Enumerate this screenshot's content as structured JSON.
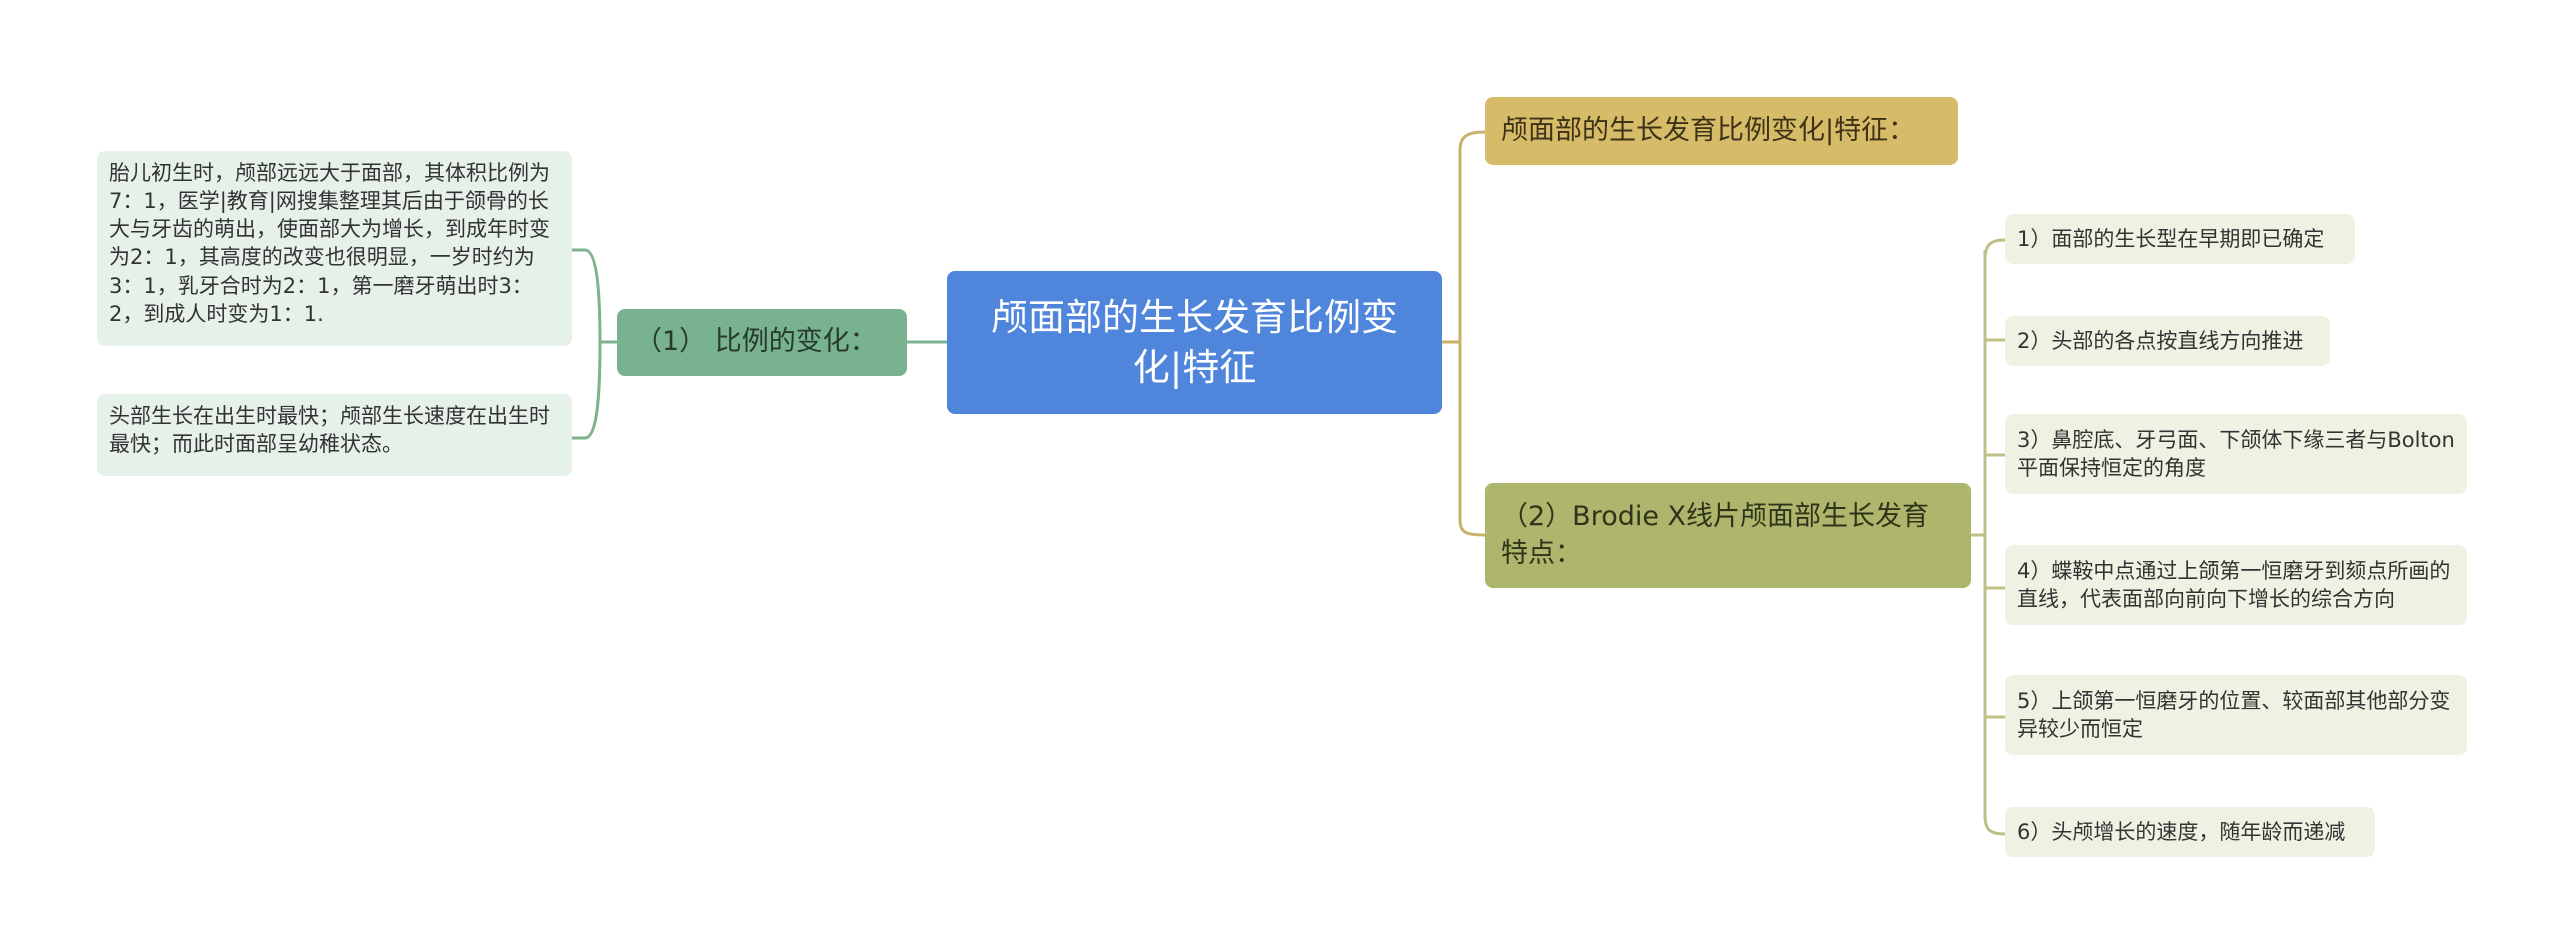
{
  "root": {
    "title": "颅面部的生长发育比例变化|特征"
  },
  "left_branch": {
    "label": "（1） 比例的变化：",
    "items": [
      "胎儿初生时，颅部远远大于面部，其体积比例为7：1，医学|教育|网搜集整理其后由于颌骨的长大与牙齿的萌出，使面部大为增长，到成年时变为2：1，其高度的改变也很明显，一岁时约为3：1，乳牙合时为2：1，第一磨牙萌出时3：2，到成人时变为1：1.",
      "头部生长在出生时最快；颅部生长速度在出生时最快；而此时面部呈幼稚状态。"
    ]
  },
  "right_branch_a": {
    "label": "颅面部的生长发育比例变化|特征："
  },
  "right_branch_b": {
    "label": "（2）Brodie X线片颅面部生长发育特点：",
    "items": [
      "1）面部的生长型在早期即已确定",
      "2）头部的各点按直线方向推进",
      "3）鼻腔底、牙弓面、下颌体下缘三者与Bolton平面保持恒定的角度",
      "4）蝶鞍中点通过上颌第一恒磨牙到颏点所画的直线，代表面部向前向下增长的综合方向",
      "5）上颌第一恒磨牙的位置、较面部其他部分变异较少而恒定",
      "6）头颅增长的速度，随年龄而递减"
    ]
  },
  "colors": {
    "root": "#4f86dc",
    "left_branch": "#79b28f",
    "right_branch_a": "#d6bb69",
    "right_branch_b": "#aeb56c",
    "leaf_left_bg": "#e6f1ea",
    "leaf_right_bg": "#f0f0e3"
  }
}
